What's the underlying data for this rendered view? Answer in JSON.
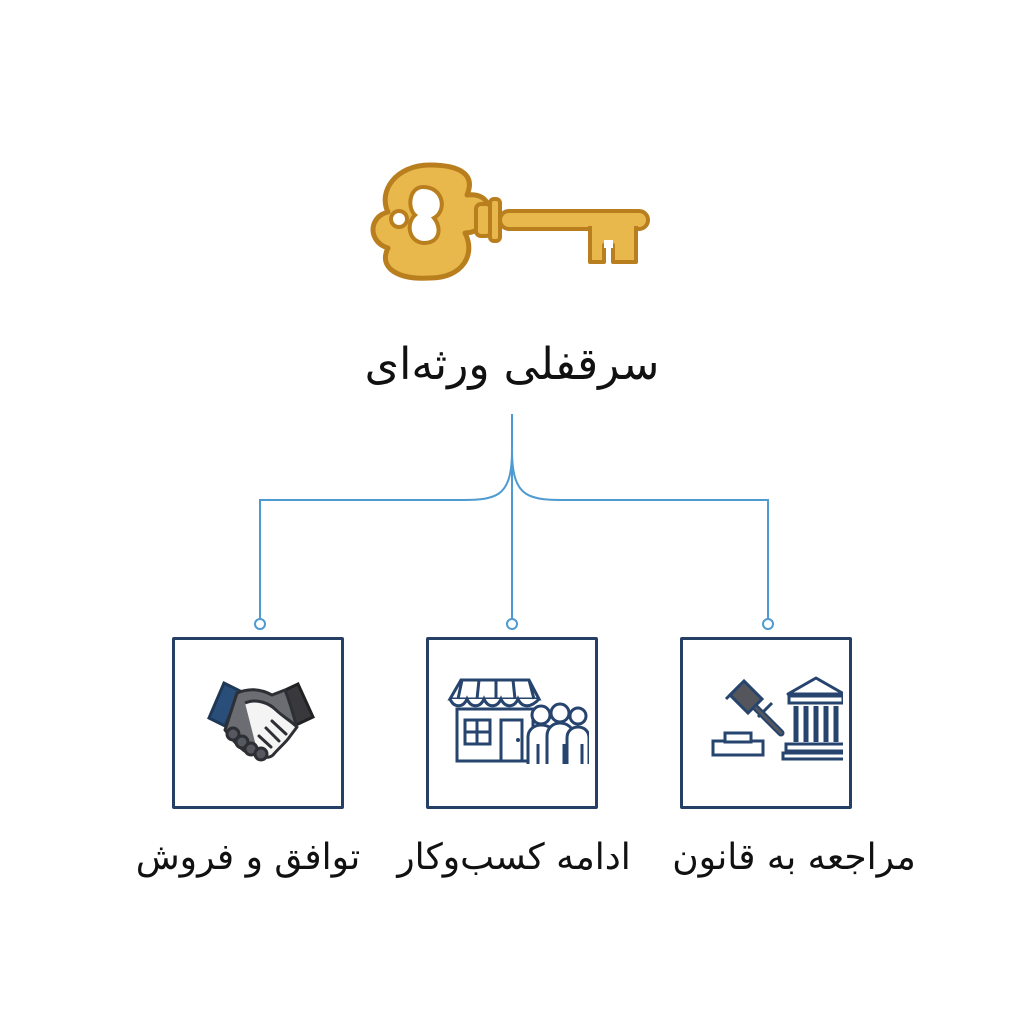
{
  "diagram": {
    "title": "سرقفلی ورثه‌ای",
    "children": [
      {
        "label": "توافق و فروش",
        "icon": "handshake-icon"
      },
      {
        "label": "ادامه کسب‌وکار",
        "icon": "storefront-people-icon"
      },
      {
        "label": "مراجعه به قانون",
        "icon": "gavel-courthouse-icon"
      }
    ]
  },
  "colors": {
    "key": "#e8b84c",
    "key_outline": "#b97f1e",
    "box_border": "#253f65",
    "connector": "#4d9bd1",
    "text": "#111111"
  }
}
